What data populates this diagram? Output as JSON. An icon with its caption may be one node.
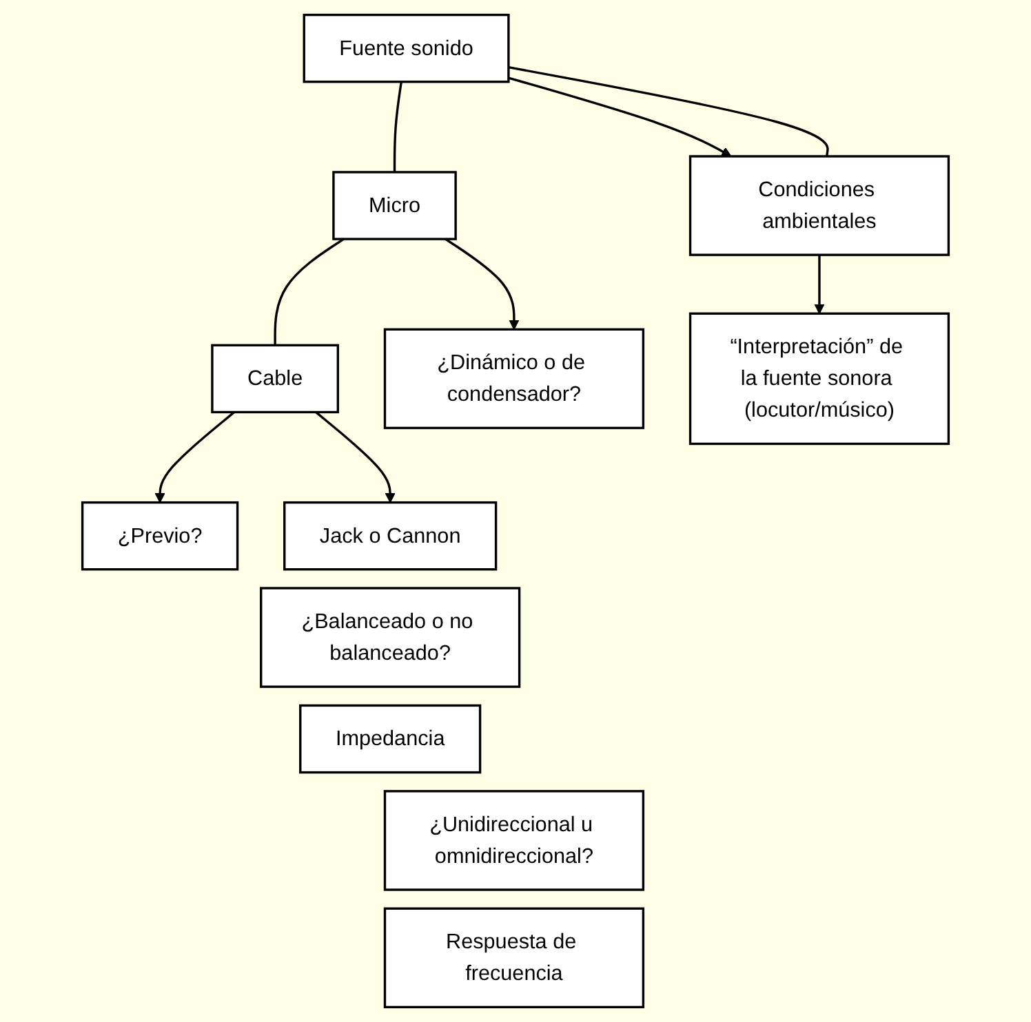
{
  "diagram": {
    "nodes": [
      {
        "text": [
          "Fuente sonido"
        ]
      },
      {
        "text": [
          "Micro"
        ]
      },
      {
        "text": [
          "Cable"
        ]
      },
      {
        "text": [
          "¿Previo?"
        ]
      },
      {
        "text": [
          "Condiciones ambientales"
        ]
      },
      {
        "text": [
          "Jack o Cannon"
        ]
      },
      {
        "text": [
          "¿Balanceado o no balanceado?"
        ]
      },
      {
        "text": [
          "Impedancia"
        ]
      },
      {
        "text": [
          "“Interpretación” de la fuente sonora (locutor/músico)"
        ]
      },
      {
        "text": [
          "¿Dinámico o de condensador?"
        ]
      },
      {
        "text": [
          "¿Unidireccional u omnidireccional?"
        ]
      },
      {
        "text": [
          "Respuesta de frecuencia"
        ]
      }
    ],
    "edges": [
      {
        "from": 0,
        "to": 1,
        "arrow": "none"
      },
      {
        "from": 1,
        "to": 2,
        "arrow": "none"
      },
      {
        "from": 0,
        "to": 4,
        "arrow": "to"
      },
      {
        "from": 0,
        "to": 4,
        "arrow": "none"
      },
      {
        "from": 4,
        "to": 8,
        "arrow": "to"
      },
      {
        "from": 1,
        "to": 9,
        "arrow": "to"
      },
      {
        "from": 2,
        "to": 3,
        "arrow": "to"
      },
      {
        "from": 2,
        "to": 5,
        "arrow": "to"
      }
    ]
  }
}
